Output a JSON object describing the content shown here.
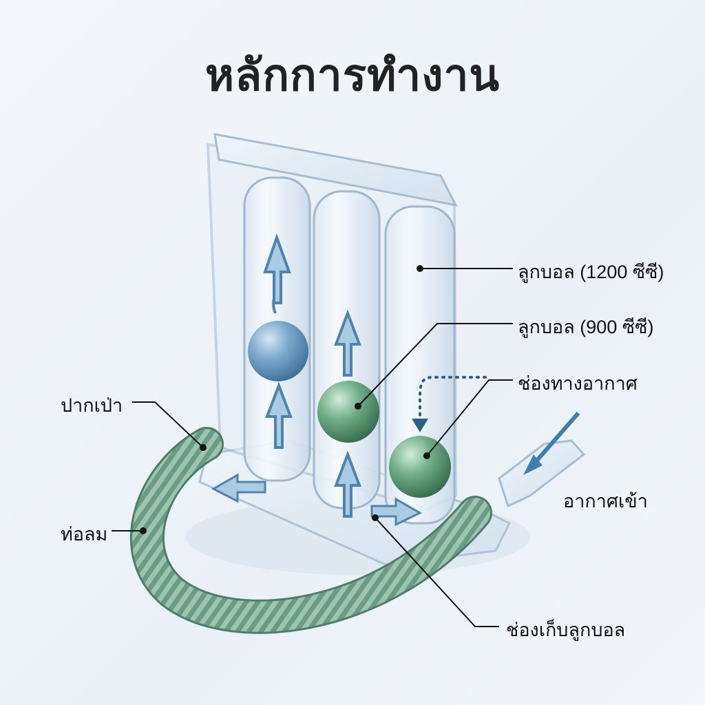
{
  "title": "หลักการทำงาน",
  "labels": {
    "ball_1200": "ลูกบอล (1200 ซีซี)",
    "ball_900": "ลูกบอล (900 ซีซี)",
    "air_channel": "ช่องทางอากาศ",
    "mouthpiece": "ปากเป่า",
    "air_in": "อากาศเข้า",
    "tube": "ท่อลม",
    "ball_chamber": "ช่องเก็บลูกบอล"
  },
  "colors": {
    "blue_ball": "#6f9fc6",
    "green_ball": "#5f9e78",
    "hose": "#6a9b85",
    "arrow": "#8fb9d8"
  }
}
